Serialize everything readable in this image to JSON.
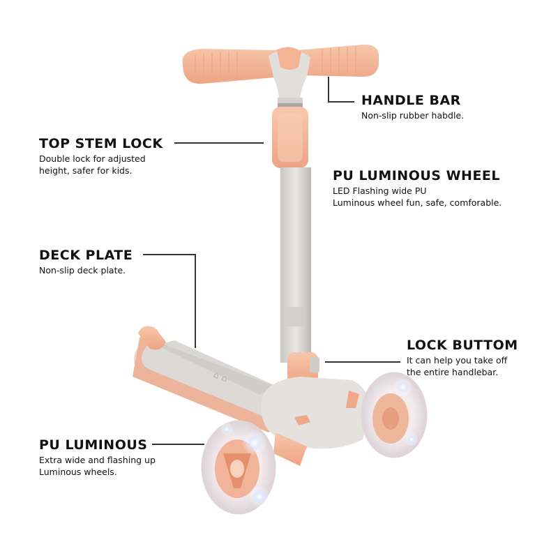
{
  "callouts": {
    "handle_bar": {
      "title": "HANDLE BAR",
      "desc": "Non-slip rubber habdle."
    },
    "top_stem_lock": {
      "title": "TOP STEM LOCK",
      "desc": "Double lock for adjusted\nheight, safer for kids."
    },
    "pu_luminous_wheel": {
      "title": "PU LUMINOUS WHEEL",
      "desc": "LED Flashing wide PU\nLuminous wheel fun, safe, comforable."
    },
    "deck_plate": {
      "title": "DECK PLATE",
      "desc": "Non-slip deck plate."
    },
    "lock_buttom": {
      "title": "LOCK BUTTOM",
      "desc": "It can help you take off\nthe entire handlebar."
    },
    "pu_luminous": {
      "title": "PU LUMINOUS",
      "desc": "Extra wide and flashing up\nLuminous wheels."
    }
  },
  "colors": {
    "peach": "#f3b99a",
    "peach_dark": "#e89a7a",
    "grey": "#d9d6d2",
    "grey_dark": "#b9b6b2",
    "wheel": "#f2e9ec"
  }
}
